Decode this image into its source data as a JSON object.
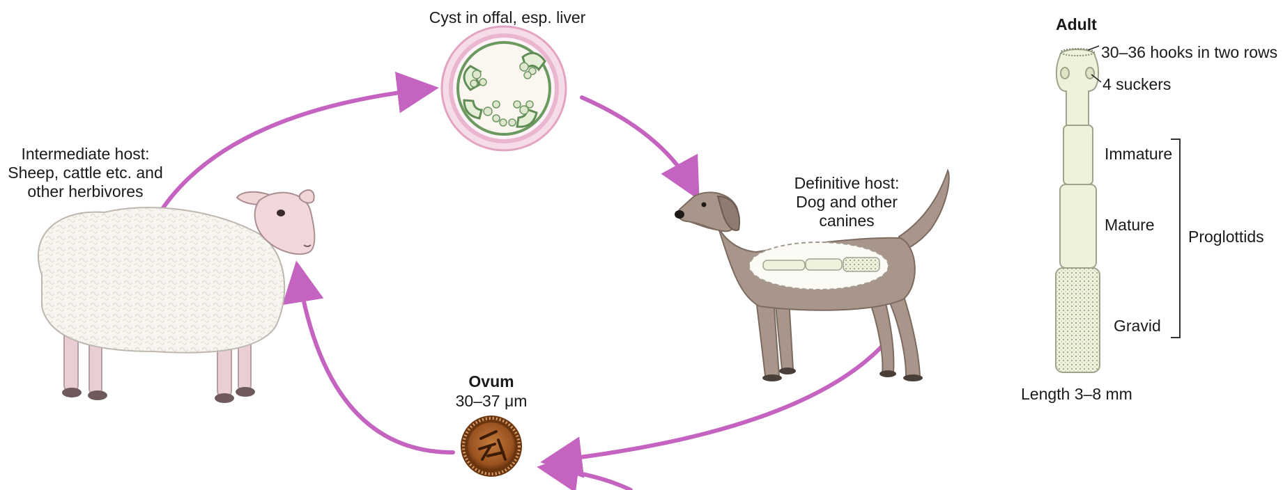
{
  "cyst": {
    "label": "Cyst in offal, esp. liver"
  },
  "intermediate_host": {
    "line1": "Intermediate host:",
    "line2": "Sheep, cattle etc. and",
    "line3": "other herbivores"
  },
  "definitive_host": {
    "line1": "Definitive host:",
    "line2": "Dog and other",
    "line3": "canines"
  },
  "ovum": {
    "title": "Ovum",
    "size": "30–37 μm"
  },
  "adult": {
    "title": "Adult",
    "hooks": "30–36 hooks in two rows",
    "suckers": "4 suckers",
    "immature": "Immature",
    "mature": "Mature",
    "gravid": "Gravid",
    "proglottids": "Proglottids",
    "length": "Length 3–8 mm"
  },
  "colors": {
    "arrow": "#c464c0",
    "wool": "#f6f4ef",
    "dog": "#a8968a",
    "ovum": "#a9622a",
    "cyst_ring": "#e8a6c8",
    "worm": "#eef1dc"
  }
}
